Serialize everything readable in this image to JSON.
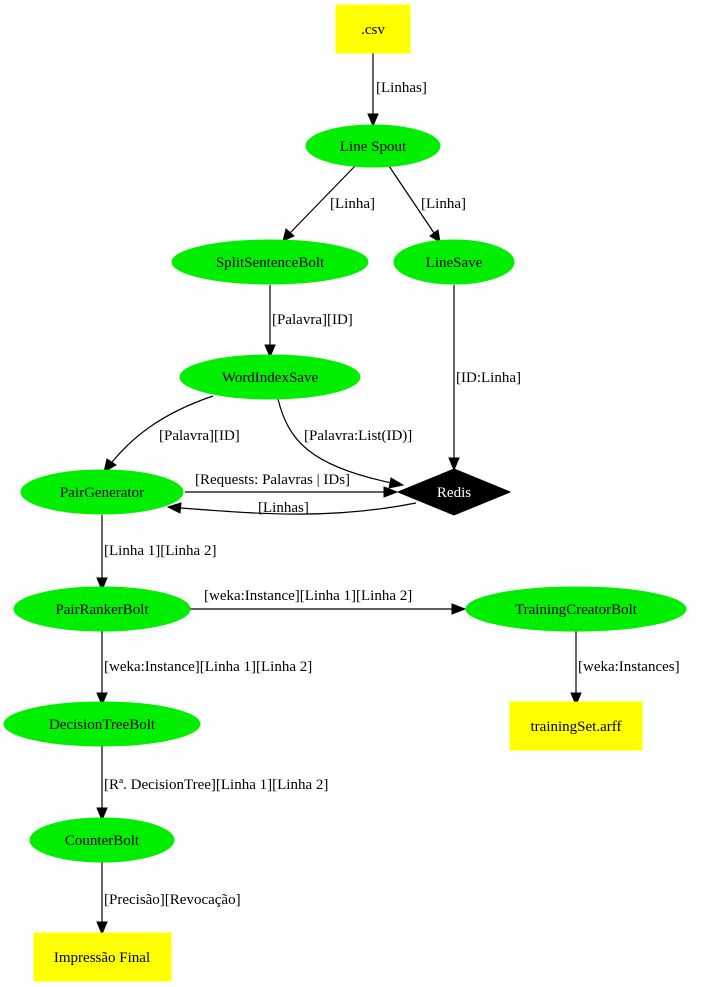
{
  "colors": {
    "spout_bolt_fill": "#00ee00",
    "io_fill": "#ffff00",
    "store_fill": "#000000",
    "edge": "#000000"
  },
  "nodes": {
    "csv": {
      "label": ".csv",
      "shape": "box"
    },
    "line_spout": {
      "label": "Line Spout",
      "shape": "ellipse"
    },
    "split_sentence_bolt": {
      "label": "SplitSentenceBolt",
      "shape": "ellipse"
    },
    "line_save": {
      "label": "LineSave",
      "shape": "ellipse"
    },
    "word_index_save": {
      "label": "WordIndexSave",
      "shape": "ellipse"
    },
    "pair_generator": {
      "label": "PairGenerator",
      "shape": "ellipse"
    },
    "redis": {
      "label": "Redis",
      "shape": "diamond"
    },
    "pair_ranker_bolt": {
      "label": "PairRankerBolt",
      "shape": "ellipse"
    },
    "training_creator_bolt": {
      "label": "TrainingCreatorBolt",
      "shape": "ellipse"
    },
    "decision_tree_bolt": {
      "label": "DecisionTreeBolt",
      "shape": "ellipse"
    },
    "training_set": {
      "label": "trainingSet.arff",
      "shape": "box"
    },
    "counter_bolt": {
      "label": "CounterBolt",
      "shape": "ellipse"
    },
    "impressao_final": {
      "label": "Impressão Final",
      "shape": "box"
    }
  },
  "edges": {
    "csv_to_spout": {
      "from": ".csv",
      "to": "Line Spout",
      "label": "[Linhas]"
    },
    "spout_to_split": {
      "from": "Line Spout",
      "to": "SplitSentenceBolt",
      "label": "[Linha]"
    },
    "spout_to_linesave": {
      "from": "Line Spout",
      "to": "LineSave",
      "label": "[Linha]"
    },
    "split_to_wordindex": {
      "from": "SplitSentenceBolt",
      "to": "WordIndexSave",
      "label": "[Palavra][ID]"
    },
    "linesave_to_redis": {
      "from": "LineSave",
      "to": "Redis",
      "label": "[ID:Linha]"
    },
    "wordindex_to_pairgen": {
      "from": "WordIndexSave",
      "to": "PairGenerator",
      "label": "[Palavra][ID]"
    },
    "wordindex_to_redis": {
      "from": "WordIndexSave",
      "to": "Redis",
      "label": "[Palavra:List(ID)]"
    },
    "pairgen_to_redis": {
      "from": "PairGenerator",
      "to": "Redis",
      "label": "[Requests: Palavras | IDs]"
    },
    "redis_to_pairgen": {
      "from": "Redis",
      "to": "PairGenerator",
      "label": "[Linhas]"
    },
    "pairgen_to_ranker": {
      "from": "PairGenerator",
      "to": "PairRankerBolt",
      "label": "[Linha 1][Linha 2]"
    },
    "ranker_to_training": {
      "from": "PairRankerBolt",
      "to": "TrainingCreatorBolt",
      "label": "[weka:Instance][Linha 1][Linha 2]"
    },
    "ranker_to_decision": {
      "from": "PairRankerBolt",
      "to": "DecisionTreeBolt",
      "label": "[weka:Instance][Linha 1][Linha 2]"
    },
    "training_to_arff": {
      "from": "TrainingCreatorBolt",
      "to": "trainingSet.arff",
      "label": "[weka:Instances]"
    },
    "decision_to_counter": {
      "from": "DecisionTreeBolt",
      "to": "CounterBolt",
      "label": "[Rª. DecisionTree][Linha 1][Linha 2]"
    },
    "counter_to_final": {
      "from": "CounterBolt",
      "to": "Impressão Final",
      "label": "[Precisão][Revocação]"
    }
  }
}
